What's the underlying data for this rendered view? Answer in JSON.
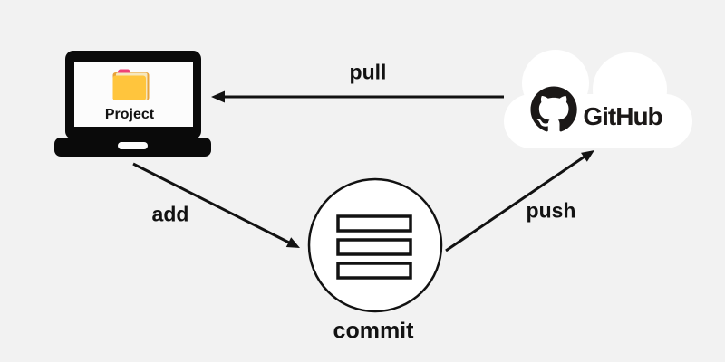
{
  "title": "Git workflow diagram",
  "background_color": "#f2f2f2",
  "colors": {
    "ink": "#121212",
    "laptop_black": "#0a0a0a",
    "github_mark": "#1b1817",
    "cloud_white": "#ffffff",
    "shape_fill_white": "#ffffff",
    "folder_body": "#ffc53d",
    "folder_back": "#e8a33b",
    "folder_paper": "#f6e7be",
    "folder_tab": "#ef4277"
  },
  "nodes": {
    "local": {
      "label": "Project",
      "icon": "laptop-icon"
    },
    "staging": {
      "label": "commit",
      "icon": "staged-files-icon",
      "file_rows": 3
    },
    "remote": {
      "label": "GitHub",
      "icon": "github-cloud-icon"
    }
  },
  "arrows": [
    {
      "label": "pull",
      "from": "GitHub",
      "to": "Project",
      "direction": "right-to-left"
    },
    {
      "label": "add",
      "from": "Project",
      "to": "commit",
      "direction": "down-right"
    },
    {
      "label": "push",
      "from": "commit",
      "to": "GitHub",
      "direction": "up-right"
    }
  ]
}
